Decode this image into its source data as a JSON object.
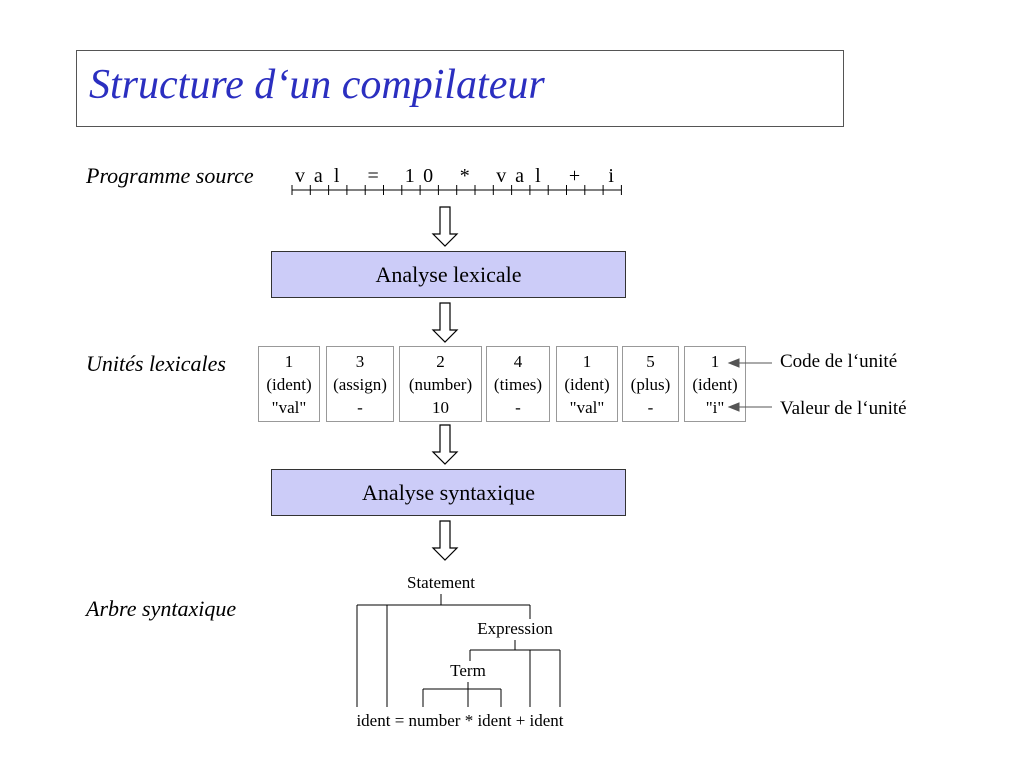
{
  "title": "Structure d‘un compilateur",
  "labels": {
    "source": "Programme source",
    "tokens": "Unités lexicales",
    "tree": "Arbre syntaxique"
  },
  "source_chars": [
    "v",
    "a",
    "l",
    "",
    "=",
    "",
    "1",
    "0",
    "",
    "*",
    "",
    "v",
    "a",
    "l",
    "",
    "+",
    "",
    "i"
  ],
  "stages": {
    "lexical": "Analyse lexicale",
    "syntax": "Analyse syntaxique"
  },
  "tokens": [
    {
      "code": "1",
      "type": "(ident)",
      "value": "\"val\""
    },
    {
      "code": "3",
      "type": "(assign)",
      "value": "-"
    },
    {
      "code": "2",
      "type": "(number)",
      "value": "10"
    },
    {
      "code": "4",
      "type": "(times)",
      "value": "-"
    },
    {
      "code": "1",
      "type": "(ident)",
      "value": "\"val\""
    },
    {
      "code": "5",
      "type": "(plus)",
      "value": "-"
    },
    {
      "code": "1",
      "type": "(ident)",
      "value": "\"i\""
    }
  ],
  "annotations": {
    "code": "Code de l‘unité",
    "value": "Valeur de l‘unité"
  },
  "tree": {
    "statement": "Statement",
    "expression": "Expression",
    "term": "Term",
    "leaves": "ident = number * ident + ident"
  }
}
